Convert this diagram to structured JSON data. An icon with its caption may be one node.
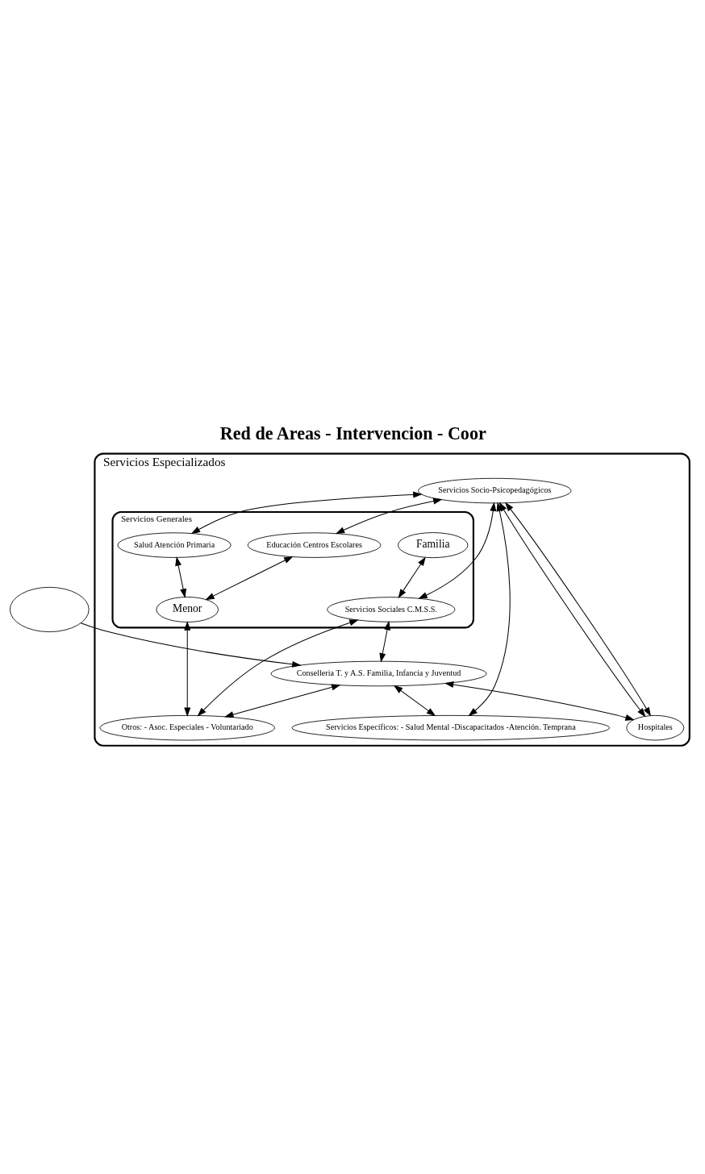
{
  "diagram": {
    "title": "Red de Areas - Intervencion - Coor",
    "nodes": [
      {
        "text": [
          "Servicios Especializados"
        ]
      },
      {
        "text": [
          "Servicios Generales"
        ],
        "in": 0
      },
      {
        "text": [
          "Servicios Específicos: - Salud Mental -Discapacitados -Atención. Temprana"
        ],
        "in": 0
      },
      {
        "text": [
          "Hospitales"
        ],
        "in": 0
      },
      {
        "text": [
          "Salud Atención Primaria"
        ],
        "in": 1
      },
      {
        "text": [
          "Menor"
        ],
        "in": 1
      },
      {
        "text": [
          "Familia"
        ],
        "in": 1
      },
      {
        "text": [
          "Servicios Sociales C.M.S.S."
        ],
        "in": 1
      },
      {
        "text": [
          "Educación Centros Escolares"
        ],
        "in": 1
      },
      {
        "text": [
          "Servicios Socio-Psicopedagógicos"
        ],
        "in": 0
      },
      {
        "text": [
          "Otros: - Asoc. Especiales - Voluntariado"
        ],
        "in": 0
      },
      {
        "text": [
          "Conselleria T. y A.S. Familia, Infancia y Juventud"
        ],
        "in": 0
      },
      {
        "text": [],
        "shape": "ellipse"
      }
    ],
    "edges": [
      {
        "from": 9,
        "to": 8,
        "arrow": "both"
      },
      {
        "from": 8,
        "to": 5,
        "arrow": "both"
      },
      {
        "from": 4,
        "to": 5,
        "arrow": "both"
      },
      {
        "from": 6,
        "to": 7,
        "arrow": "both"
      },
      {
        "from": 5,
        "to": 10,
        "arrow": "both"
      },
      {
        "from": 9,
        "to": 2,
        "arrow": "both"
      },
      {
        "from": 9,
        "to": 3,
        "arrow": "both"
      },
      {
        "from": 9,
        "to": 3,
        "arrow": "both"
      },
      {
        "from": 9,
        "to": 4,
        "arrow": "both"
      },
      {
        "from": 9,
        "to": 7,
        "arrow": "both"
      },
      {
        "from": 7,
        "to": 11,
        "arrow": "both"
      },
      {
        "from": 12,
        "to": 11,
        "arrow": "to"
      },
      {
        "from": 11,
        "to": 2,
        "arrow": "both"
      },
      {
        "from": 11,
        "to": 3,
        "arrow": "both"
      },
      {
        "from": 11,
        "to": 10,
        "arrow": "both"
      },
      {
        "from": 7,
        "to": 10,
        "arrow": "both"
      }
    ]
  }
}
